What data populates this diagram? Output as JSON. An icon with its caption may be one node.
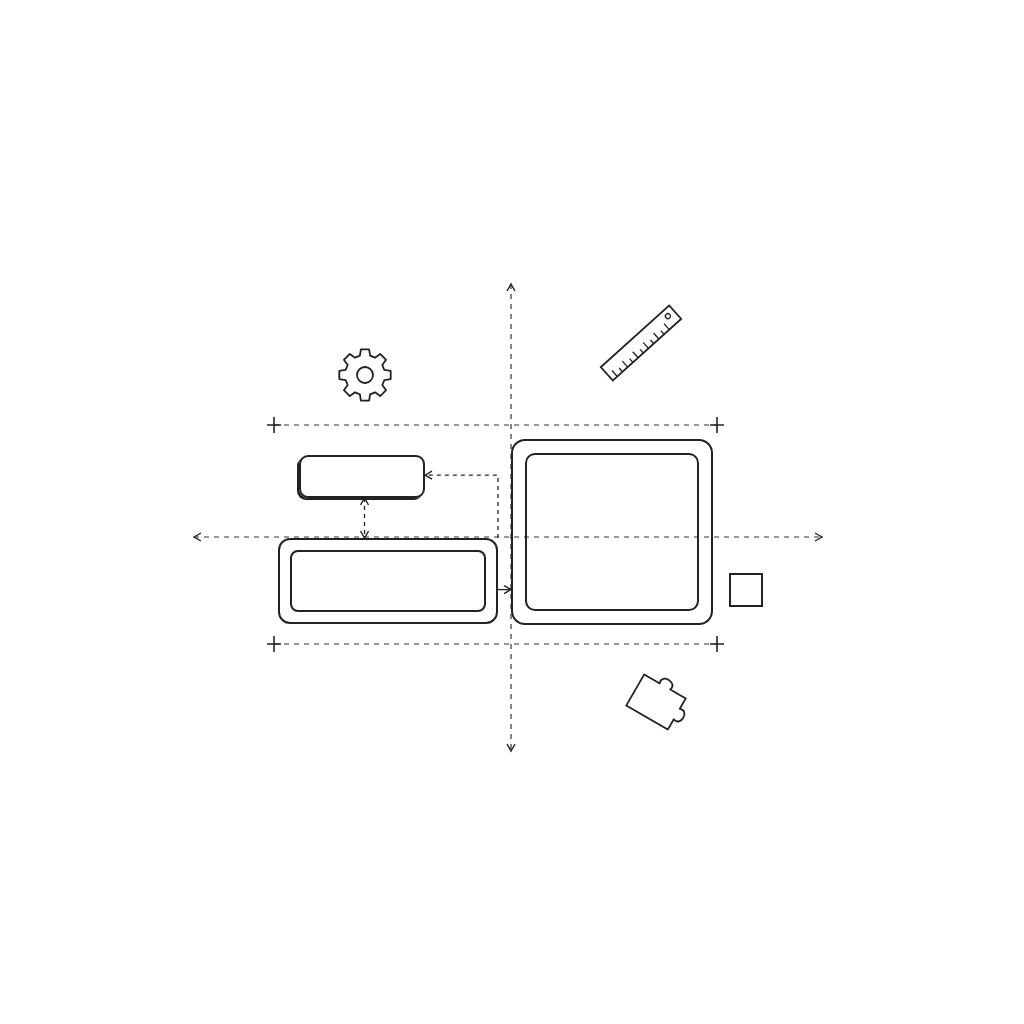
{
  "diagram": {
    "nodes": [
      {
        "text": [],
        "shape": "box"
      },
      {
        "text": [],
        "shape": "box"
      },
      {
        "text": [],
        "shape": "box"
      },
      {
        "text": [],
        "shape": "box"
      }
    ],
    "edges": [
      {
        "from": 0,
        "to": 1,
        "arrow": "both",
        "style": "dashed"
      },
      {
        "from": 1,
        "to": 0,
        "arrow": "to",
        "style": "dashed"
      },
      {
        "from": 1,
        "to": 2,
        "arrow": "to"
      }
    ]
  }
}
